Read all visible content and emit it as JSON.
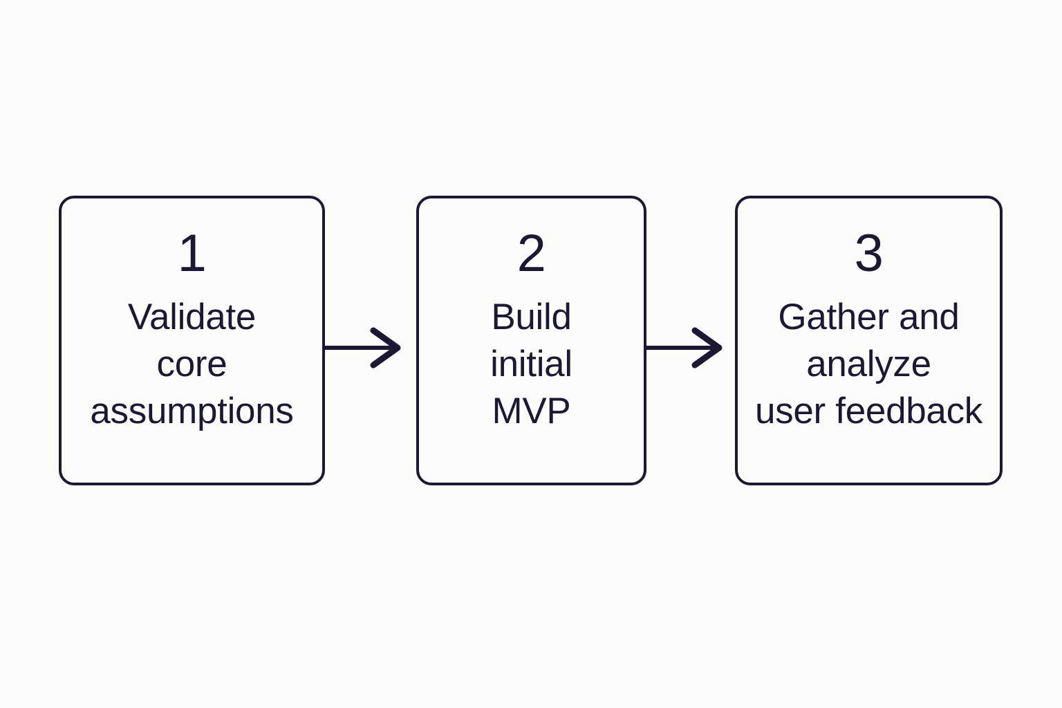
{
  "diagram": {
    "type": "linear-process-flow",
    "orientation": "horizontal",
    "background_color": "#FCFCFB",
    "stroke_color": "#1B1834",
    "steps": [
      {
        "number": "1",
        "label": "Validate\ncore\nassumptions",
        "label_lines": [
          "Validate",
          "core",
          "assumptions"
        ]
      },
      {
        "number": "2",
        "label": "Build\ninitial\nMVP",
        "label_lines": [
          "Build",
          "initial",
          "MVP"
        ]
      },
      {
        "number": "3",
        "label": "Gather and\nanalyze\nuser feedback",
        "label_lines": [
          "Gather and",
          "analyze",
          "user feedback"
        ]
      }
    ],
    "connectors": [
      {
        "from": "1",
        "to": "2",
        "icon": "arrow-right-icon"
      },
      {
        "from": "2",
        "to": "3",
        "icon": "arrow-right-icon"
      }
    ]
  }
}
